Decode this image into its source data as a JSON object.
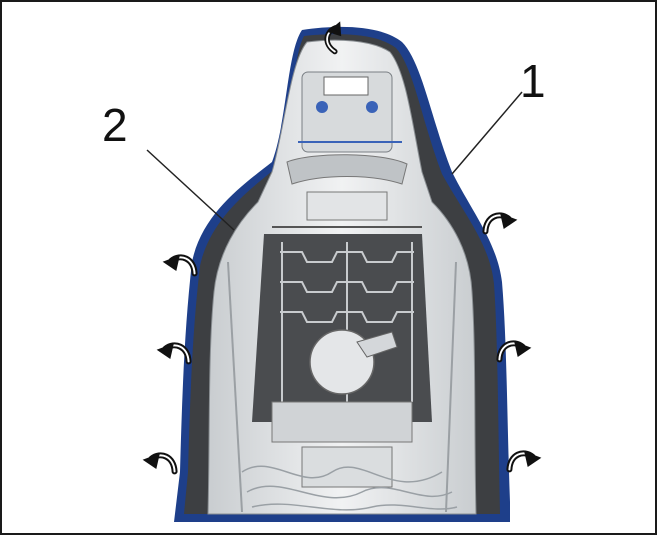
{
  "callouts": [
    {
      "id": "1",
      "label": "1"
    },
    {
      "id": "2",
      "label": "2"
    }
  ],
  "colors": {
    "trim_edge": "#1e3f8a",
    "frame_fill": "#e7e9ea",
    "cover_fill": "#3d3f42",
    "line": "#222222",
    "arrow": "#111111"
  },
  "icons": [
    "curved-arrow-icon"
  ]
}
